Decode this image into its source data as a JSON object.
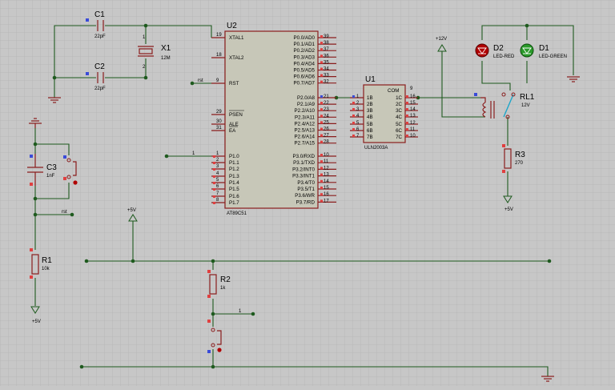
{
  "u2": {
    "ref": "U2",
    "part": "AT89C51",
    "left_pins": [
      {
        "no": "19",
        "name": "XTAL1"
      },
      {
        "no": "18",
        "name": "XTAL2"
      },
      {
        "no": "9",
        "name": "RST"
      },
      {
        "no": "29",
        "name": "PSEN"
      },
      {
        "no": "30",
        "name": "ALE"
      },
      {
        "no": "31",
        "name": "EA"
      },
      {
        "no": "1",
        "name": "P1.0"
      },
      {
        "no": "2",
        "name": "P1.1"
      },
      {
        "no": "3",
        "name": "P1.2"
      },
      {
        "no": "4",
        "name": "P1.3"
      },
      {
        "no": "5",
        "name": "P1.4"
      },
      {
        "no": "6",
        "name": "P1.5"
      },
      {
        "no": "7",
        "name": "P1.6"
      },
      {
        "no": "8",
        "name": "P1.7"
      }
    ],
    "right_pins": [
      {
        "no": "39",
        "name": "P0.0/AD0"
      },
      {
        "no": "38",
        "name": "P0.1/AD1"
      },
      {
        "no": "37",
        "name": "P0.2/AD2"
      },
      {
        "no": "36",
        "name": "P0.3/AD3"
      },
      {
        "no": "35",
        "name": "P0.4/AD4"
      },
      {
        "no": "34",
        "name": "P0.5/AD5"
      },
      {
        "no": "33",
        "name": "P0.6/AD6"
      },
      {
        "no": "32",
        "name": "P0.7/AD7"
      },
      {
        "no": "21",
        "name": "P2.0/A8"
      },
      {
        "no": "22",
        "name": "P2.1/A9"
      },
      {
        "no": "23",
        "name": "P2.2/A10"
      },
      {
        "no": "24",
        "name": "P2.3/A11"
      },
      {
        "no": "25",
        "name": "P2.4/A12"
      },
      {
        "no": "26",
        "name": "P2.5/A13"
      },
      {
        "no": "27",
        "name": "P2.6/A14"
      },
      {
        "no": "28",
        "name": "P2.7/A15"
      },
      {
        "no": "10",
        "name": "P3.0/RXD"
      },
      {
        "no": "11",
        "name": "P3.1/TXD"
      },
      {
        "no": "12",
        "name": "P3.2/INT0"
      },
      {
        "no": "13",
        "name": "P3.3/INT1"
      },
      {
        "no": "14",
        "name": "P3.4/T0"
      },
      {
        "no": "15",
        "name": "P3.5/T1"
      },
      {
        "no": "16",
        "name": "P3.6/WR"
      },
      {
        "no": "17",
        "name": "P3.7/RD"
      }
    ]
  },
  "u1": {
    "ref": "U1",
    "part": "ULN2003A",
    "com_pin": "9",
    "com_label": "COM",
    "in_pins": [
      {
        "no": "1",
        "name": "1B"
      },
      {
        "no": "2",
        "name": "2B"
      },
      {
        "no": "3",
        "name": "3B"
      },
      {
        "no": "4",
        "name": "4B"
      },
      {
        "no": "5",
        "name": "5B"
      },
      {
        "no": "6",
        "name": "6B"
      },
      {
        "no": "7",
        "name": "7B"
      }
    ],
    "out_pins": [
      {
        "no": "16",
        "name": "1C"
      },
      {
        "no": "15",
        "name": "2C"
      },
      {
        "no": "14",
        "name": "3C"
      },
      {
        "no": "13",
        "name": "4C"
      },
      {
        "no": "12",
        "name": "5C"
      },
      {
        "no": "11",
        "name": "6C"
      },
      {
        "no": "10",
        "name": "7C"
      }
    ]
  },
  "c1": {
    "ref": "C1",
    "value": "22pF"
  },
  "c2": {
    "ref": "C2",
    "value": "22pF"
  },
  "c3": {
    "ref": "C3",
    "value": "1nF"
  },
  "x1": {
    "ref": "X1",
    "value": "12M",
    "pin1": "1",
    "pin2": "2"
  },
  "r1": {
    "ref": "R1",
    "value": "10k"
  },
  "r2": {
    "ref": "R2",
    "value": "1k"
  },
  "r3": {
    "ref": "R3",
    "value": "270"
  },
  "rl1": {
    "ref": "RL1",
    "value": "12V"
  },
  "d1": {
    "ref": "D1",
    "value": "LED-GREEN"
  },
  "d2": {
    "ref": "D2",
    "value": "LED-RED"
  },
  "nets": {
    "rst1": "rst",
    "rst2": "rst",
    "p10_pin_label": "1",
    "sw_net_label": "1",
    "v5_r1": "+5V",
    "v5_mid": "+5V",
    "v5_r3": "+5V",
    "v12": "+12V"
  },
  "colors": {
    "grid_bg": "#c7c7c7",
    "wire": "#1e5a1e",
    "component": "#8a1d1d",
    "led_green": "#2a9a2a",
    "led_red": "#b00000"
  }
}
